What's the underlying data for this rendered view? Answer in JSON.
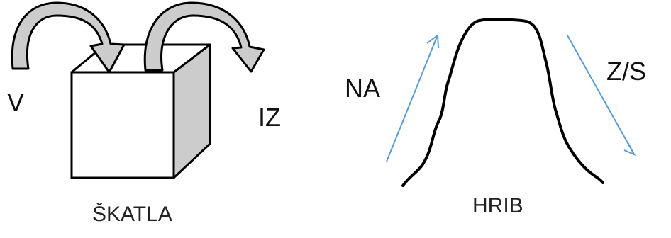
{
  "box_panel": {
    "in_label": "V",
    "out_label": "IZ",
    "caption": "ŠKATLA"
  },
  "hill_panel": {
    "up_label": "NA",
    "down_label": "Z/S",
    "caption": "HRIB"
  },
  "colors": {
    "outline": "#000000",
    "arrow_fill": "#cccccc",
    "cube_side": "#cccccc",
    "direction_arrow": "#5b9bd5"
  }
}
